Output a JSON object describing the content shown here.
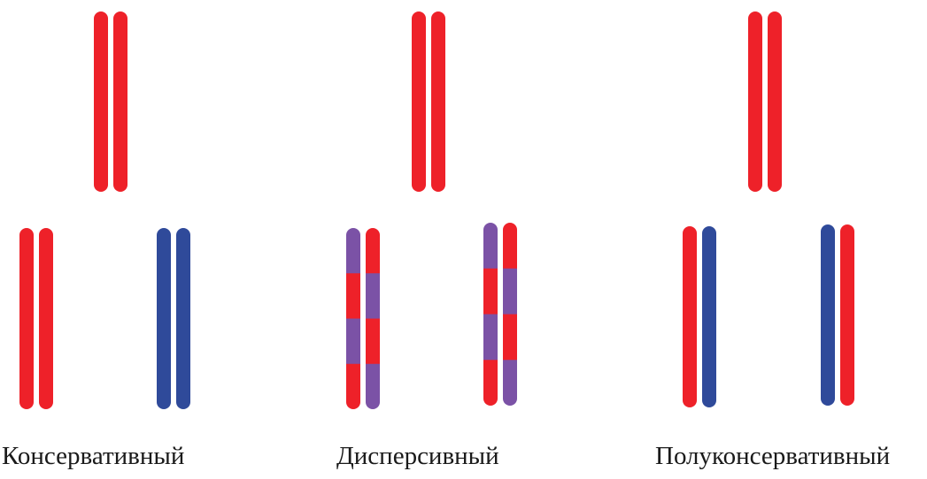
{
  "colors": {
    "parent": "#ee2129",
    "new": "#2f4a9a",
    "mixed": "#7b52a6"
  },
  "models": [
    {
      "name": "Консервативный",
      "parent": [
        [
          "parent"
        ],
        [
          "parent"
        ]
      ],
      "children": [
        [
          [
            "parent"
          ],
          [
            "parent"
          ]
        ],
        [
          [
            "new"
          ],
          [
            "new"
          ]
        ]
      ]
    },
    {
      "name": "Дисперсивный",
      "parent": [
        [
          "parent"
        ],
        [
          "parent"
        ]
      ],
      "children": [
        [
          [
            "mixed",
            "parent",
            "mixed",
            "parent"
          ],
          [
            "parent",
            "mixed",
            "parent",
            "mixed"
          ]
        ],
        [
          [
            "mixed",
            "parent",
            "mixed",
            "parent"
          ],
          [
            "parent",
            "mixed",
            "parent",
            "mixed"
          ]
        ]
      ]
    },
    {
      "name": "Полуконсервативный",
      "parent": [
        [
          "parent"
        ],
        [
          "parent"
        ]
      ],
      "children": [
        [
          [
            "parent"
          ],
          [
            "new"
          ]
        ],
        [
          [
            "new"
          ],
          [
            "parent"
          ]
        ]
      ]
    }
  ]
}
